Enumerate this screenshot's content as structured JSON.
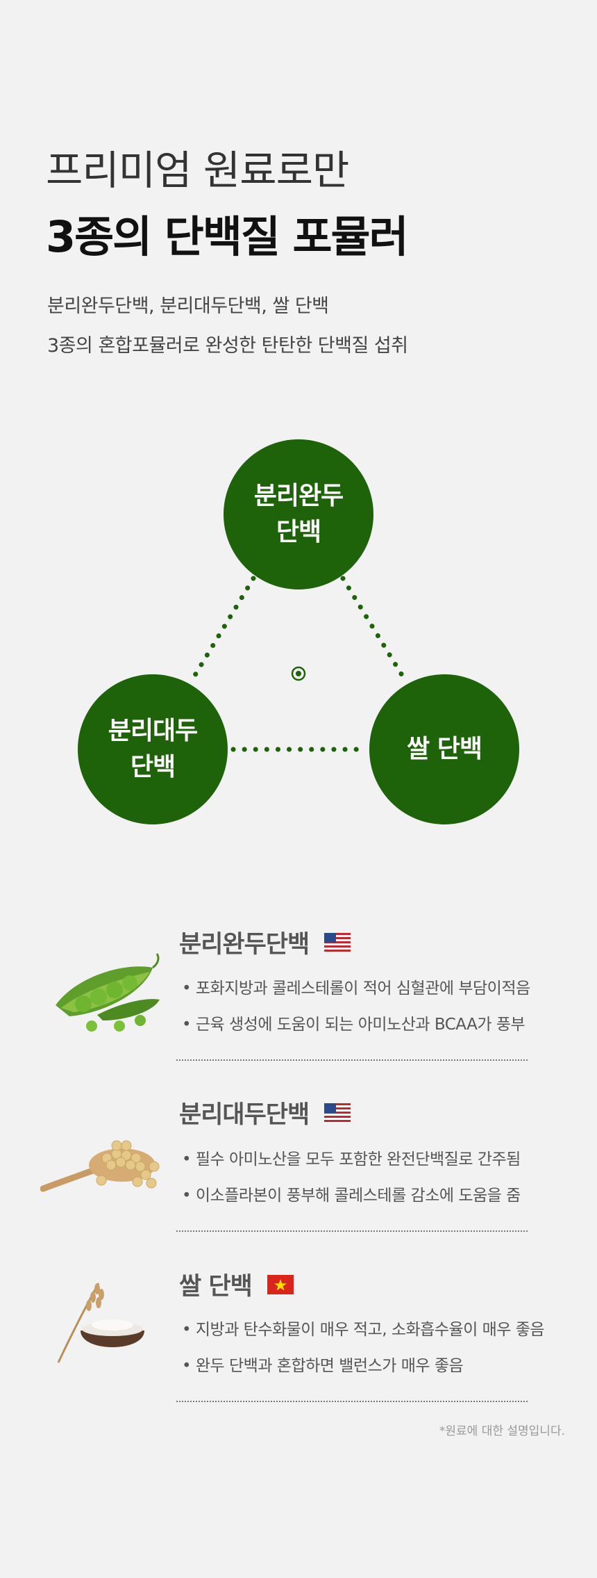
{
  "header": {
    "title_light": "프리미엄 원료로만",
    "title_bold": "3종의 단백질 포뮬러",
    "desc_line1": "분리완두단백, 분리대두단백, 쌀 단백",
    "desc_line2": "3종의 혼합포뮬러로 완성한 탄탄한 단백질 섭취"
  },
  "diagram": {
    "top": "분리완두\n단백",
    "left": "분리대두\n단백",
    "right": "쌀 단백",
    "color": "#1e6209"
  },
  "ingredients": [
    {
      "name": "분리완두단백",
      "flag": "us-flag-icon",
      "image": "green-pea-pod",
      "bullets": [
        "• 포화지방과 콜레스테롤이 적어 심혈관에 부담이적음",
        "• 근육 생성에 도움이 되는 아미노산과 BCAA가 풍부"
      ]
    },
    {
      "name": "분리대두단백",
      "flag": "us-flag-icon",
      "image": "soybeans-on-wooden-spoon",
      "bullets": [
        "• 필수 아미노산을 모두 포함한 완전단백질로 간주됨",
        "• 이소플라본이 풍부해 콜레스테롤 감소에 도움을 줌"
      ]
    },
    {
      "name": "쌀 단백",
      "flag": "vietnam-flag-icon",
      "image": "rice-flour-bowl-with-wheat",
      "bullets": [
        "• 지방과 탄수화물이 매우 적고, 소화흡수율이 매우 좋음",
        "• 완두 단백과 혼합하면 밸런스가 매우 좋음"
      ]
    }
  ],
  "footnote": "*원료에 대한 설명입니다."
}
